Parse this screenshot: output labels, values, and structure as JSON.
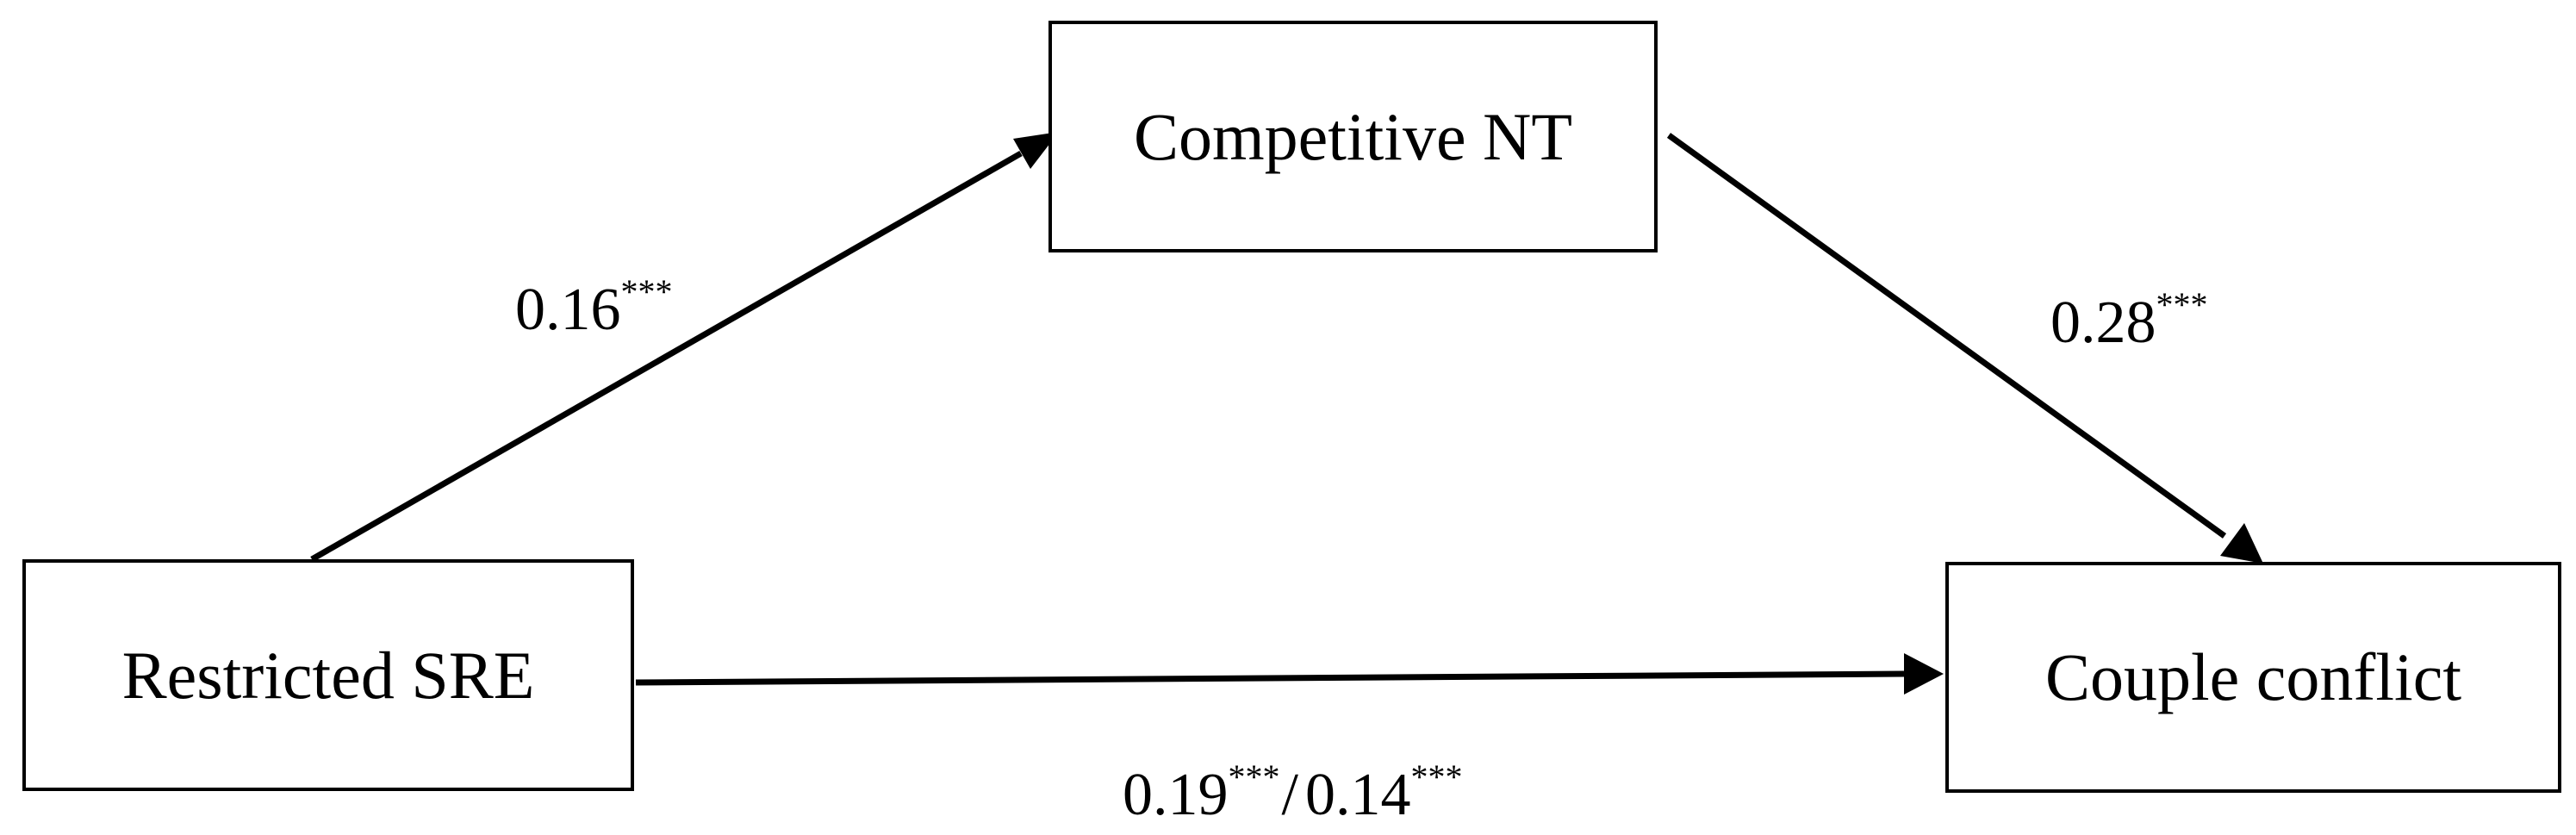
{
  "nodes": {
    "mediator": {
      "label": "Competitive NT"
    },
    "predictor": {
      "label": "Restricted SRE"
    },
    "outcome": {
      "label": "Couple conflict"
    }
  },
  "paths": {
    "a": {
      "value": "0.16",
      "sig": "***"
    },
    "b": {
      "value": "0.28",
      "sig": "***"
    },
    "c_total": {
      "value": "0.19",
      "sig": "***"
    },
    "c_separator": "/",
    "c_direct": {
      "value": "0.14",
      "sig": "***"
    }
  }
}
